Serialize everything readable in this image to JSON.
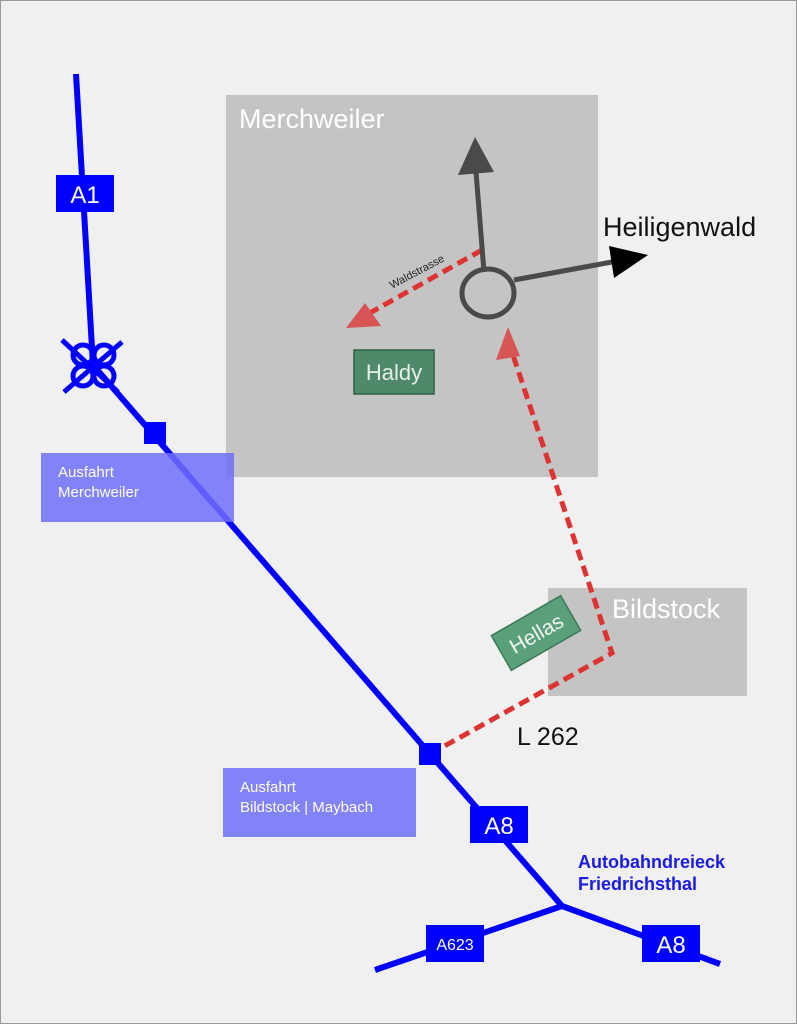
{
  "areas": {
    "merchweiler": "Merchweiler",
    "bildstock": "Bildstock"
  },
  "places": {
    "haldy": "Haldy",
    "hellas": "Hellas"
  },
  "roads": {
    "a1": "A1",
    "a8_north": "A8",
    "a8_east": "A8",
    "a623": "A623",
    "l262": "L 262",
    "waldstrasse": "Waldstrasse"
  },
  "directions": {
    "heiligenwald": "Heiligenwald"
  },
  "exits": {
    "merchweiler": {
      "line1": "Ausfahrt",
      "line2": "Merchweiler"
    },
    "bildstock": {
      "line1": "Ausfahrt",
      "line2": "Bildstock | Maybach"
    }
  },
  "junction": {
    "line1": "Autobahndreieck",
    "line2": "Friedrichsthal"
  },
  "colors": {
    "motorway": "#0000ff",
    "route": "#dd3333",
    "town_area": "#c4c4c4",
    "place_box": "#4e8a6a",
    "exit_box": "#6e6efa",
    "junction_label": "#1a1ae6"
  }
}
